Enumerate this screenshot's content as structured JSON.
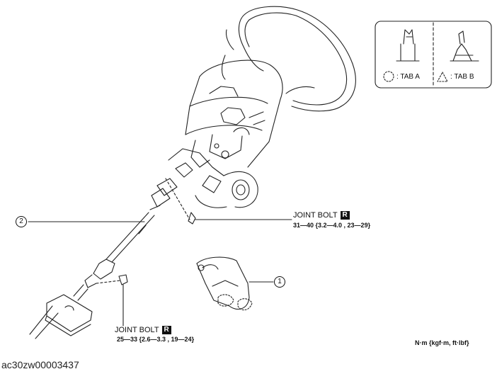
{
  "callouts": {
    "item1": "1",
    "item2": "2"
  },
  "joint_bolt_upper": {
    "label": "JOINT BOLT",
    "badge": "R",
    "torque": "31—40 {3.2—4.0 , 23—29}"
  },
  "joint_bolt_lower": {
    "label": "JOINT BOLT",
    "badge": "R",
    "torque": "25—33 {2.6—3.3 , 19—24}"
  },
  "legend": {
    "tab_a": ": TAB A",
    "tab_b": ": TAB B"
  },
  "units": "N·m {kgf·m, ft·lbf}",
  "caption": "ac30zw00003437"
}
